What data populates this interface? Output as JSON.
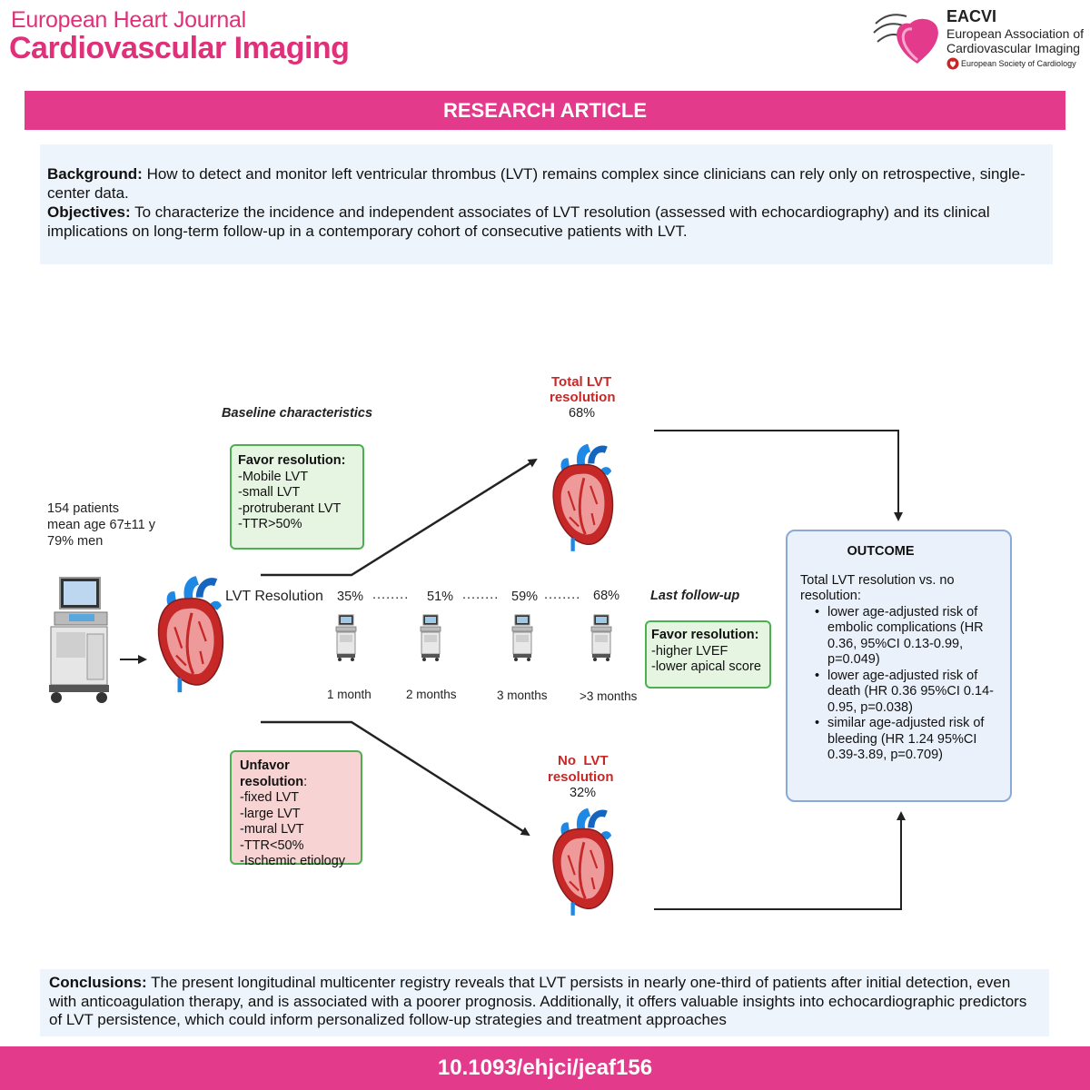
{
  "header": {
    "journal_line1": "European Heart Journal",
    "journal_line2": "Cardiovascular Imaging",
    "eacvi_title": "EACVI",
    "eacvi_sub1": "European Association of",
    "eacvi_sub2": "Cardiovascular Imaging",
    "esc_label": "European Society of Cardiology"
  },
  "banner": "RESEARCH ARTICLE",
  "abstract": {
    "background_label": "Background:",
    "background_text": "How to detect and monitor left ventricular thrombus (LVT) remains complex since clinicians can rely only on retrospective, single-center data.",
    "objectives_label": "Objectives:",
    "objectives_text": "To characterize the incidence and independent associates of LVT resolution (assessed with echocardiography) and its clinical implications on long-term follow-up in a contemporary cohort of consecutive patients with LVT."
  },
  "diagram": {
    "baseline_heading": "Baseline characteristics",
    "patients": [
      "154 patients",
      "mean age 67±11 y",
      "79% men"
    ],
    "favor": {
      "title": "Favor resolution:",
      "items": [
        "-Mobile LVT",
        "-small LVT",
        "-protruberant LVT",
        "-TTR>50%"
      ]
    },
    "unfavor": {
      "title": "Unfavor resolution",
      "colon": ":",
      "items": [
        "-fixed LVT",
        "-large LVT",
        "-mural LVT",
        "-TTR<50%",
        "-Ischemic etiology"
      ]
    },
    "lvt_resolution_label": "LVT Resolution",
    "timeline": [
      {
        "pct": "35%",
        "label": "1 month"
      },
      {
        "pct": "51%",
        "label": "2 months"
      },
      {
        "pct": "59%",
        "label": "3 months"
      },
      {
        "pct": "68%",
        "label": ">3 months"
      }
    ],
    "dots": "........",
    "last_followup": "Last follow-up",
    "favor_followup": {
      "title": "Favor resolution:",
      "items": [
        "-higher LVEF",
        "-lower apical score"
      ]
    },
    "total_resolution": {
      "line1": "Total LVT",
      "line2": "resolution",
      "pct": "68%"
    },
    "no_resolution": {
      "line1": "No  LVT",
      "line2": "resolution",
      "pct": "32%"
    },
    "outcome": {
      "title": "OUTCOME",
      "intro": "Total LVT resolution vs. no resolution:",
      "items": [
        "lower age-adjusted risk of embolic complications (HR 0.36, 95%CI 0.13-0.99, p=0.049)",
        "lower age-adjusted risk of death (HR 0.36 95%CI 0.14-0.95, p=0.038)",
        "similar age-adjusted risk of bleeding (HR 1.24 95%CI 0.39-3.89, p=0.709)"
      ]
    }
  },
  "conclusions": {
    "label": "Conclusions:",
    "text": "The present longitudinal multicenter registry reveals that LVT persists in nearly one-third of patients after initial detection, even with anticoagulation therapy, and is associated with a poorer prognosis. Additionally, it offers valuable insights into echocardiographic predictors of LVT persistence, which could inform personalized follow-up strategies and treatment approaches"
  },
  "doi": "10.1093/ehjci/jeaf156",
  "colors": {
    "brand_pink": "#e33a8b",
    "favor_green": "#e6f4e2",
    "unfavor_red": "#f7d3d3",
    "outcome_blue": "#eaf1fb"
  }
}
